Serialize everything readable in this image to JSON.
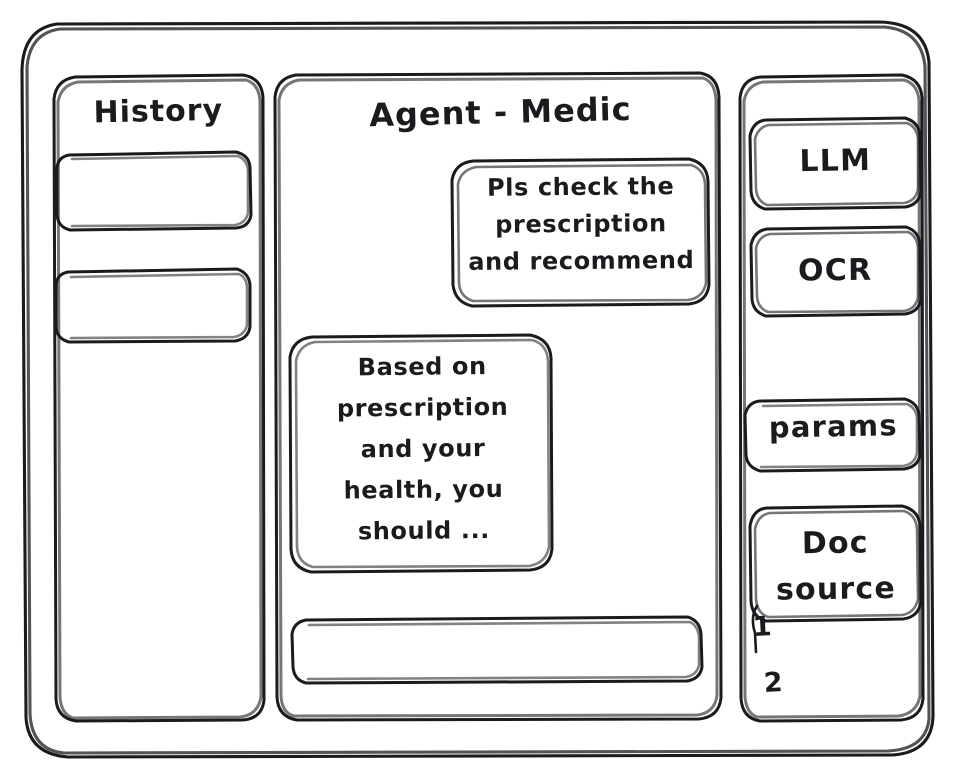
{
  "window": {
    "frame_name": "app-window-frame"
  },
  "sidebar_left": {
    "title": "History",
    "items": [
      {
        "label": "",
        "name": "history-item-1"
      },
      {
        "label": "",
        "name": "history-item-2"
      }
    ]
  },
  "main": {
    "title": "Agent - Medic",
    "messages": [
      {
        "role": "user",
        "text": "Pls check the\nprescription\nand recommend"
      },
      {
        "role": "assistant",
        "text": "Based on\nprescription\nand your\nhealth, you\nshould ..."
      }
    ],
    "composer": {
      "value": "",
      "placeholder": ""
    }
  },
  "sidebar_right": {
    "cards": [
      {
        "label": "LLM",
        "name": "tool-card-llm"
      },
      {
        "label": "OCR",
        "name": "tool-card-ocr"
      },
      {
        "label": "params",
        "name": "tool-card-params"
      },
      {
        "label": "Doc\nsource",
        "name": "tool-card-doc-source"
      }
    ],
    "doc_source_items": [
      "1",
      "2"
    ]
  },
  "style": {
    "stroke": "#1b1b1f",
    "background": "#ffffff"
  }
}
